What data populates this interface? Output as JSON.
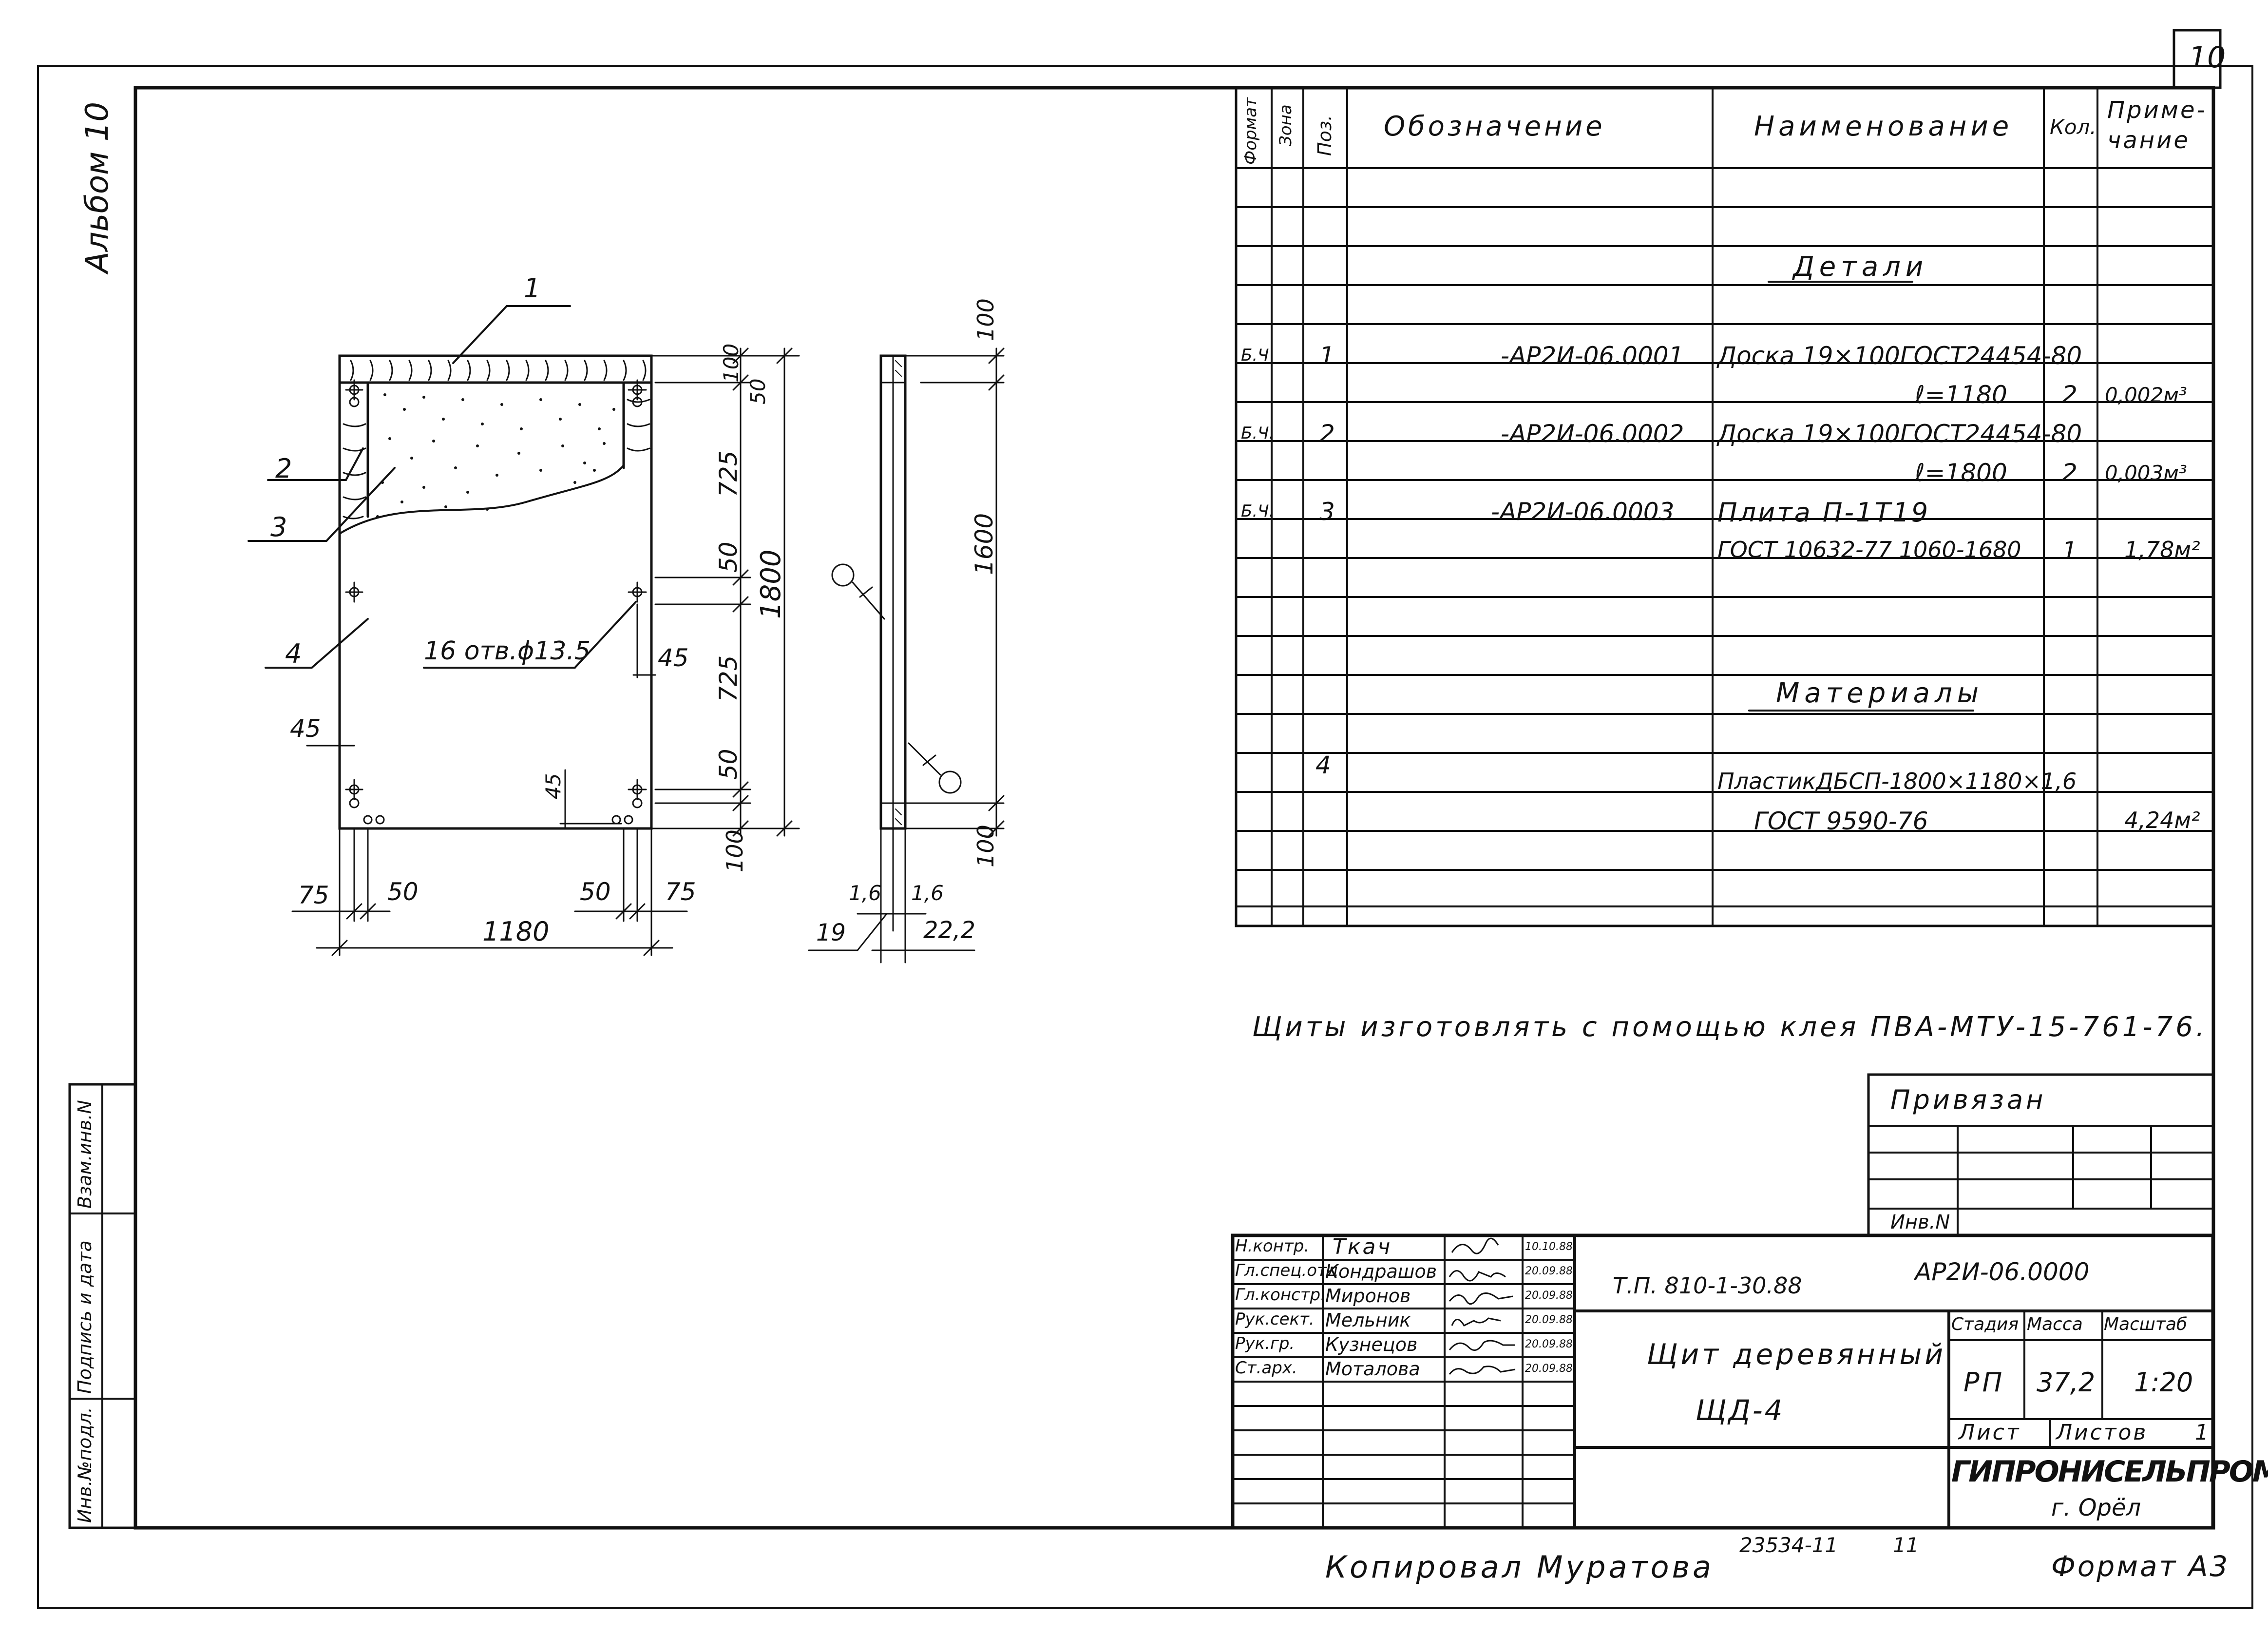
{
  "sheet_number": "10",
  "album_label": "Альбом 10",
  "side_stamp": {
    "inv_podl": "Инв.№подл.",
    "podpis_data": "Подпись и дата",
    "vzam_inv": "Взам.инв.N"
  },
  "spec_table": {
    "headers": {
      "format": "Формат",
      "zona": "Зона",
      "poz": "Поз.",
      "oboznachenie": "Обозначение",
      "naimenovanie": "Наименование",
      "kol": "Кол.",
      "primechanie": "Приме-чание"
    },
    "section_details": "Детали",
    "section_materials": "Материалы",
    "rows": [
      {
        "format": "Б.Ч",
        "poz": "1",
        "oboz": "-АР2И-06.0001",
        "name1": "Доска 19×100ГОСТ24454-80",
        "name2": "ℓ=1180",
        "kol": "2",
        "prim": "0,002м³"
      },
      {
        "format": "Б.Ч.",
        "poz": "2",
        "oboz": "-АР2И-06.0002",
        "name1": "Доска 19×100ГОСТ24454-80",
        "name2": "ℓ=1800",
        "kol": "2",
        "prim": "0,003м³"
      },
      {
        "format": "Б.Ч.",
        "poz": "3",
        "oboz": "-АР2И-06.0003",
        "name1": "Плита П-1Т19",
        "name2": "ГОСТ 10632-77 1060-1680",
        "kol": "1",
        "prim": "1,78м²"
      },
      {
        "format": "",
        "poz": "4",
        "oboz": "",
        "name1": "ПластикДБСП-1800×1180×1,6",
        "name2": "ГОСТ 9590-76",
        "kol": "",
        "prim": "4,24м²"
      }
    ]
  },
  "note": "Щиты изготовлять с помощью клея ПВА-МТУ-15-761-76.",
  "privyazan": {
    "title": "Привязан",
    "inv": "Инв.N"
  },
  "drawing": {
    "front": {
      "leaders": [
        "1",
        "2",
        "3",
        "4"
      ],
      "holes_note": "16 отв.ϕ13.5",
      "dims_right": [
        "100",
        "50",
        "725",
        "50",
        "725",
        "50",
        "100"
      ],
      "overall_height": "1800",
      "dim_45_right": "45",
      "dim_45_left": "45",
      "dim_45_bottom": "45",
      "bottom_dims": [
        "75",
        "50",
        "50",
        "75"
      ],
      "overall_width": "1180"
    },
    "side": {
      "dim_top": "100",
      "dim_mid": "1600",
      "dim_bottom": "100",
      "dims_bottom": [
        "1,6",
        "1,6",
        "19",
        "22,2"
      ]
    }
  },
  "title_block": {
    "roles": [
      "Н.контр.",
      "Гл.спец.отд",
      "Гл.констр.",
      "Рук.сект.",
      "Рук.гр.",
      "Ст.арх."
    ],
    "names": [
      "Ткач",
      "Кондрашов",
      "Миронов",
      "Мельник",
      "Кузнецов",
      "Моталова"
    ],
    "dates": [
      "10.10.88",
      "20.09.88",
      "20.09.88",
      "20.09.88",
      "20.09.88",
      "20.09.88"
    ],
    "project_code": "Т.П. 810-1-30.88",
    "doc_code": "АР2И-06.0000",
    "title_line1": "Щит деревянный",
    "title_line2": "ЩД-4",
    "stadia_label": "Стадия",
    "massa_label": "Масса",
    "masshtab_label": "Масштаб",
    "stadia": "РП",
    "massa": "37,2",
    "masshtab": "1:20",
    "list_label": "Лист",
    "listov_label": "Листов",
    "listov_value": "1",
    "org": "ГИПРОНИСЕЛЬПРОМ",
    "city": "г. Орёл"
  },
  "footer": {
    "copied": "Копировал Муратова",
    "number": "23534-11",
    "page": "11",
    "format": "Формат А3"
  }
}
